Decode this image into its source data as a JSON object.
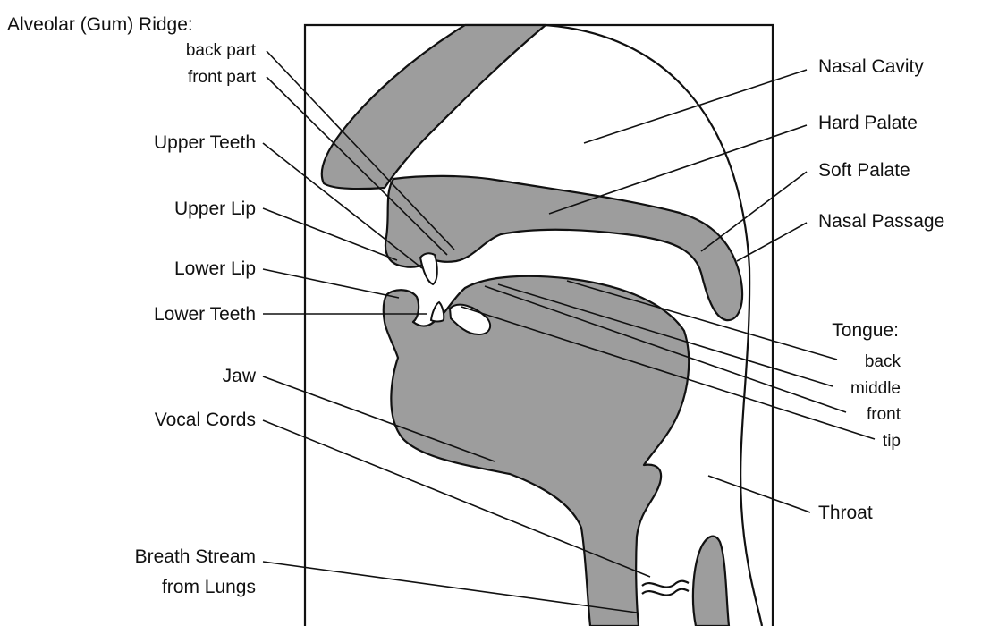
{
  "labels": {
    "alveolar_ridge": "Alveolar (Gum) Ridge:",
    "alveolar_back": "back part",
    "alveolar_front": "front part",
    "upper_teeth": "Upper Teeth",
    "upper_lip": "Upper Lip",
    "lower_lip": "Lower Lip",
    "lower_teeth": "Lower Teeth",
    "jaw": "Jaw",
    "vocal_cords": "Vocal Cords",
    "breath_stream_1": "Breath Stream",
    "breath_stream_2": "from Lungs",
    "nasal_cavity": "Nasal Cavity",
    "hard_palate": "Hard Palate",
    "soft_palate": "Soft Palate",
    "nasal_passage": "Nasal Passage",
    "tongue": "Tongue:",
    "tongue_back": "back",
    "tongue_middle": "middle",
    "tongue_front": "front",
    "tongue_tip": "tip",
    "throat": "Throat"
  },
  "colors": {
    "tissue": "#9d9d9d",
    "line": "#111111",
    "background": "#ffffff"
  }
}
